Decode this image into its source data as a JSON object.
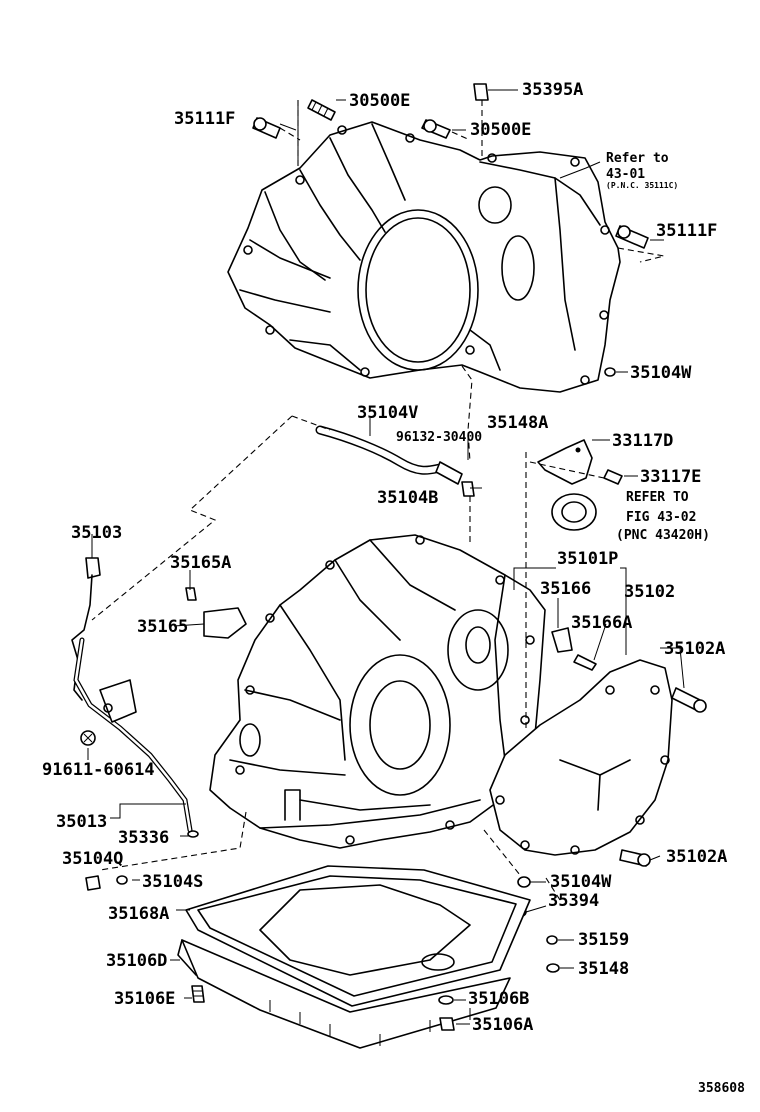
{
  "diagram_id": "358608",
  "labels": {
    "l_30500E_top": "30500E",
    "l_35395A": "35395A",
    "l_35111F_left": "35111F",
    "l_30500E_mid": "30500E",
    "l_refer_to_1": "Refer to",
    "l_refer_to_2": "43-01",
    "l_refer_to_3": "(P.N.C. 35111C)",
    "l_35111F_right": "35111F",
    "l_35104W_top": "35104W",
    "l_35104V": "35104V",
    "l_35148A": "35148A",
    "l_96132": "96132-30400",
    "l_33117D": "33117D",
    "l_33117E": "33117E",
    "l_35104B": "35104B",
    "l_refer_fig_1": "REFER TO",
    "l_refer_fig_2": "FIG 43-02",
    "l_refer_fig_3": "(PNC 43420H)",
    "l_35103": "35103",
    "l_35101P": "35101P",
    "l_35165A": "35165A",
    "l_35166": "35166",
    "l_35102": "35102",
    "l_35165": "35165",
    "l_35166A": "35166A",
    "l_35102A_top": "35102A",
    "l_91611": "91611-60614",
    "l_35013": "35013",
    "l_35336": "35336",
    "l_35104Q": "35104Q",
    "l_35104S": "35104S",
    "l_35102A_bot": "35102A",
    "l_35104W_bot": "35104W",
    "l_35168A": "35168A",
    "l_35394": "35394",
    "l_35159": "35159",
    "l_35106D": "35106D",
    "l_35148": "35148",
    "l_35106E": "35106E",
    "l_35106B": "35106B",
    "l_35106A": "35106A"
  }
}
